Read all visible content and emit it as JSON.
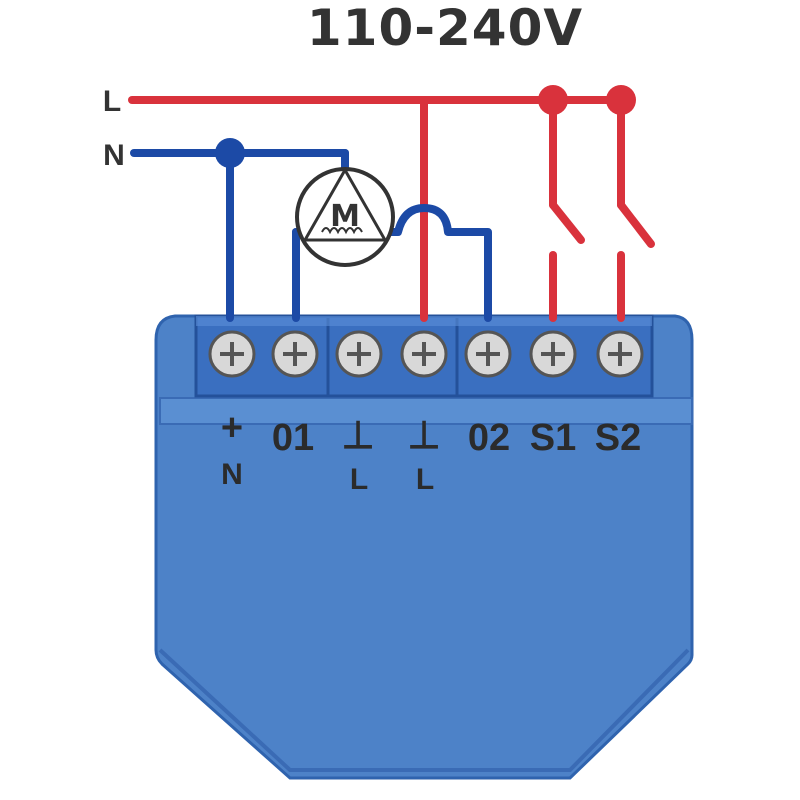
{
  "voltage_label": "110-240V",
  "lines": {
    "live": "L",
    "neutral": "N"
  },
  "motor": {
    "letter": "M"
  },
  "terminals": [
    {
      "top": "+",
      "bottom": "N"
    },
    {
      "top": "01",
      "bottom": ""
    },
    {
      "top": "⊥",
      "bottom": "L"
    },
    {
      "top": "⊥",
      "bottom": "L"
    },
    {
      "top": "02",
      "bottom": ""
    },
    {
      "top": "S1",
      "bottom": ""
    },
    {
      "top": "S2",
      "bottom": ""
    }
  ],
  "colors": {
    "live_wire": "#d9323c",
    "neutral_wire": "#1c4aa6",
    "device_body": "#4d82c8",
    "device_dark": "#2f63ae",
    "terminal_block": "#3a6fc0",
    "screw": "#d8d8d8",
    "text": "#2b2b2b"
  }
}
